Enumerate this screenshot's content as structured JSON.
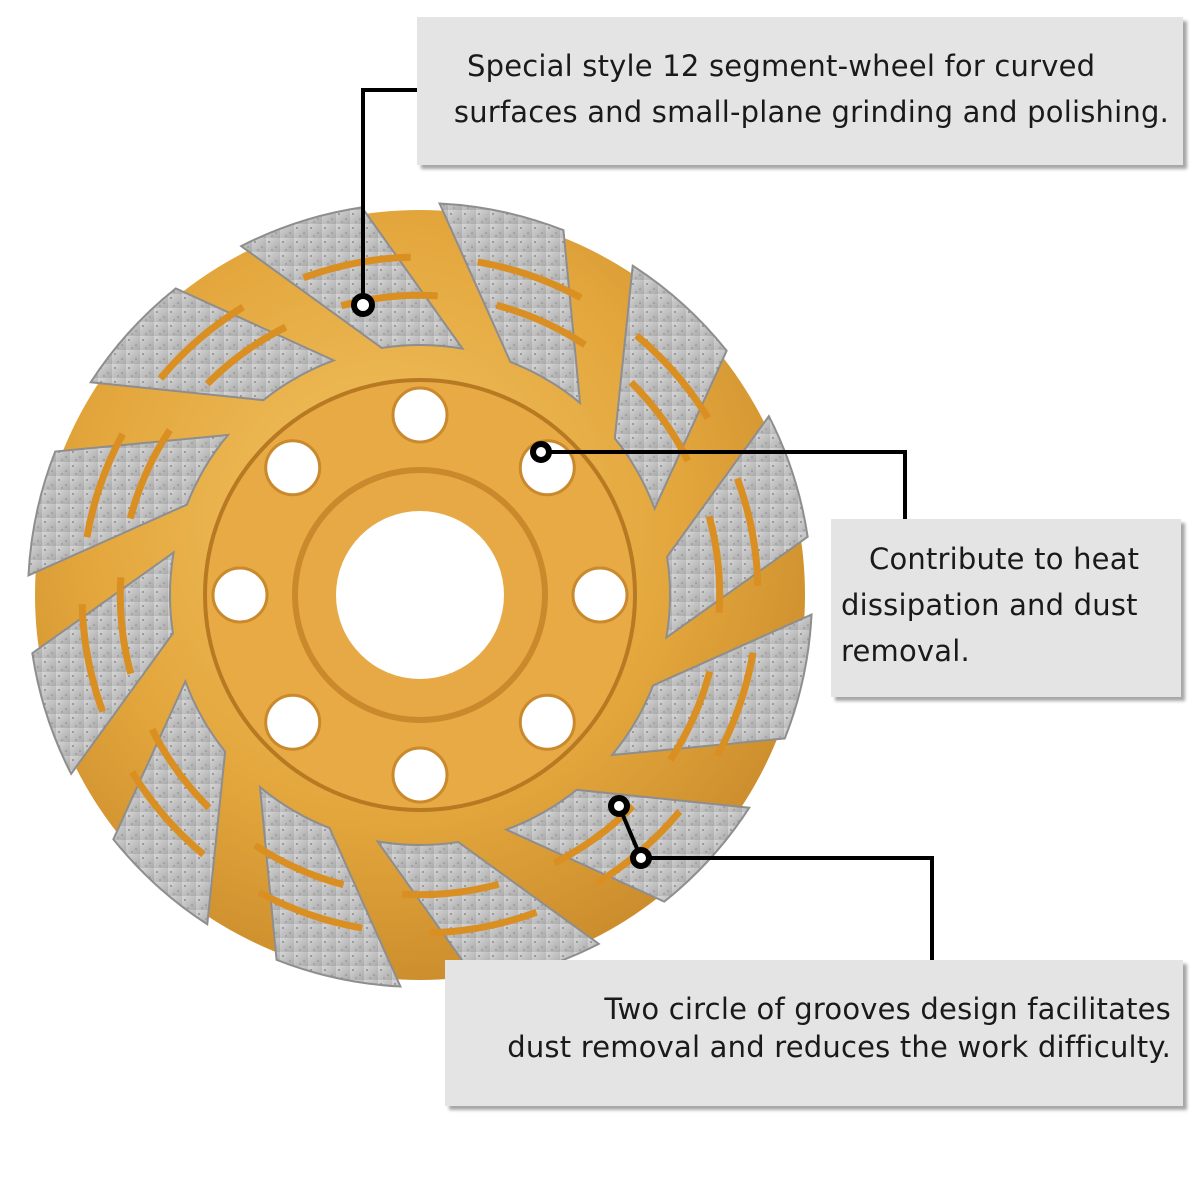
{
  "callouts": [
    {
      "lines": [
        "Special style 12 segment-wheel for curved",
        "surfaces and small-plane grinding and polishing."
      ],
      "points_to": "diamond segment"
    },
    {
      "lines": [
        "Contribute to heat",
        "dissipation and dust",
        "removal."
      ],
      "points_to": "cooling hole"
    },
    {
      "lines": [
        "Two circle of grooves design facilitates",
        "dust removal and reduces the work difficulty."
      ],
      "points_to": "grooves"
    }
  ],
  "colors": {
    "background": "#ffffff",
    "wheel_body": "#e0a33a",
    "segments": "#c2c2c2",
    "callout_box": "#e4e4e4",
    "pointer": "#000000"
  },
  "product": {
    "segment_count": 12,
    "cooling_holes": 8
  }
}
